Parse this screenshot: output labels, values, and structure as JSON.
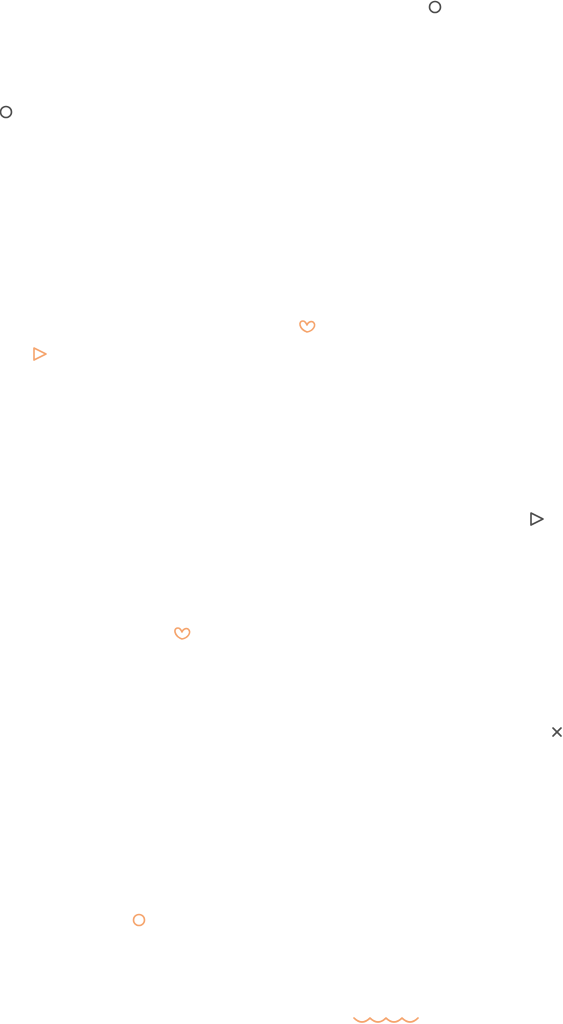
{
  "colors": {
    "background": "#ffffff",
    "dark": "#4a4a4a",
    "orange": "#f5a36b"
  },
  "decorations": [
    {
      "icon": "circle-outline-icon",
      "color": "dark"
    },
    {
      "icon": "circle-outline-icon",
      "color": "dark"
    },
    {
      "icon": "heart-outline-icon",
      "color": "orange"
    },
    {
      "icon": "triangle-outline-icon",
      "color": "orange"
    },
    {
      "icon": "triangle-outline-icon",
      "color": "dark"
    },
    {
      "icon": "heart-outline-icon",
      "color": "orange"
    },
    {
      "icon": "cross-icon",
      "color": "dark"
    },
    {
      "icon": "circle-outline-icon",
      "color": "orange"
    },
    {
      "icon": "wave-icon",
      "color": "orange"
    }
  ]
}
